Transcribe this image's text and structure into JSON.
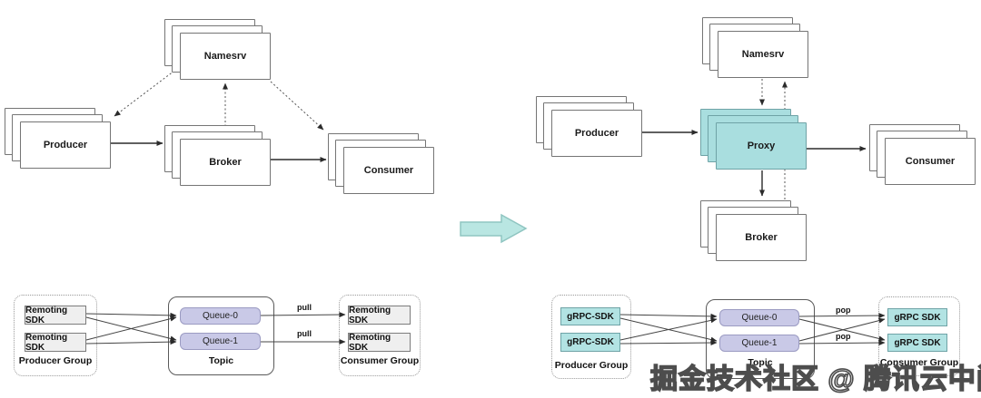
{
  "watermark_text": "掘金技术社区 @ 腾讯云中间件",
  "top_left_diagram": {
    "producer": "Producer",
    "namesrv": "Namesrv",
    "broker": "Broker",
    "consumer": "Consumer"
  },
  "top_right_diagram": {
    "producer": "Producer",
    "namesrv": "Namesrv",
    "proxy": "Proxy",
    "broker": "Broker",
    "consumer": "Consumer"
  },
  "bottom_left_diagram": {
    "producer_group": {
      "label": "Producer Group",
      "sdks": [
        "Remoting SDK",
        "Remoting SDK"
      ]
    },
    "topic": {
      "label": "Topic",
      "queues": [
        "Queue-0",
        "Queue-1"
      ]
    },
    "consumer_group": {
      "label": "Consumer Group",
      "sdks": [
        "Remoting SDK",
        "Remoting SDK"
      ]
    },
    "arrow_labels": [
      "pull",
      "pull"
    ]
  },
  "bottom_right_diagram": {
    "producer_group": {
      "label": "Producer Group",
      "sdks": [
        "gRPC-SDK",
        "gRPC-SDK"
      ]
    },
    "topic": {
      "label": "Topic",
      "queues": [
        "Queue-0",
        "Queue-1"
      ]
    },
    "consumer_group": {
      "label": "Consumer Group",
      "sdks": [
        "gRPC SDK",
        "gRPC SDK"
      ]
    },
    "arrow_labels": [
      "pop",
      "pop"
    ]
  },
  "colors": {
    "highlight_teal": "#a9dedf",
    "queue_lavender": "#c9c9e7",
    "sdk_gray": "#efefef",
    "transition_arrow_fill": "#b9e6e2"
  }
}
